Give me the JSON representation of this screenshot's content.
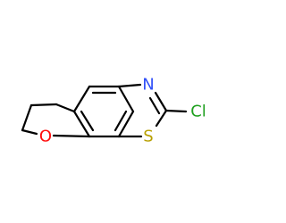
{
  "molecule": {
    "atoms": {
      "nitrogen": {
        "symbol": "N",
        "color": "#3050F8"
      },
      "sulfur": {
        "symbol": "S",
        "color": "#B8A000"
      },
      "chlorine": {
        "symbol": "Cl",
        "color": "#1FA01F"
      },
      "oxygen": {
        "symbol": "O",
        "color": "#FF0D0D"
      }
    }
  }
}
